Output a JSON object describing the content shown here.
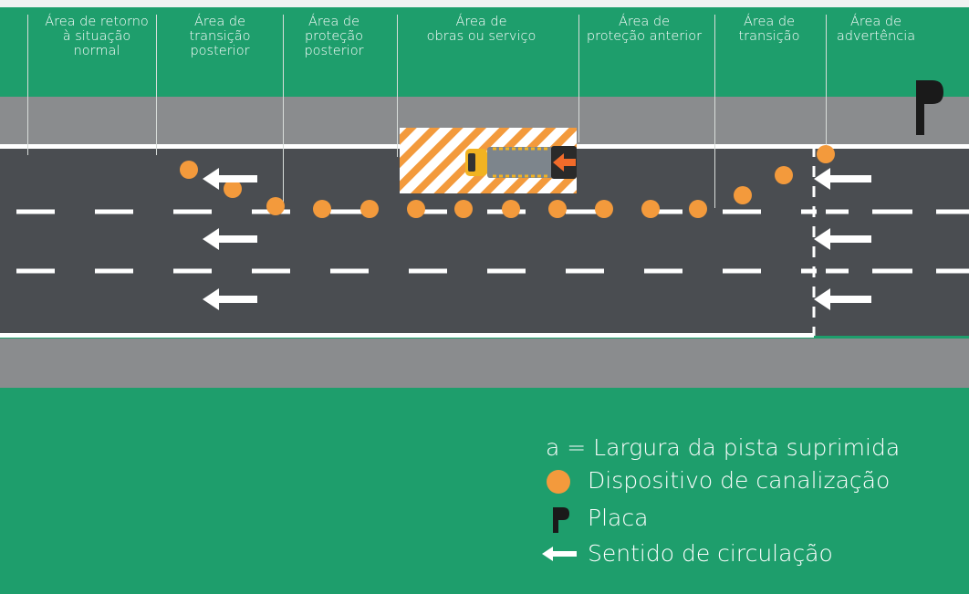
{
  "zones": [
    {
      "id": "retorno",
      "label": "Área de retorno\nà situação\nnormal"
    },
    {
      "id": "transicao-posterior",
      "label": "Área de\ntransição\nposterior"
    },
    {
      "id": "protecao-posterior",
      "label": "Área de\nproteção\nposterior"
    },
    {
      "id": "obras",
      "label": "Área de\nobras ou serviço"
    },
    {
      "id": "protecao-anterior",
      "label": "Área de\nproteção anterior"
    },
    {
      "id": "transicao",
      "label": "Área de\ntransição"
    },
    {
      "id": "advertencia",
      "label": "Área de\nadvertência"
    }
  ],
  "legend": {
    "width_label": "a = Largura da pista suprimida",
    "device_label": "Dispositivo de canalização",
    "sign_label": "Placa",
    "direction_label": "Sentido de circulação"
  },
  "colors": {
    "background": "#1e9e6c",
    "shoulder": "#8a8c8e",
    "road": "#4a4d51",
    "cone": "#f39a3c",
    "sign": "#1a1a1a"
  },
  "icons": {
    "cone": "orange-dot-icon",
    "sign": "sign-post-icon",
    "arrow": "left-arrow-icon",
    "vehicle": "work-truck-icon"
  }
}
